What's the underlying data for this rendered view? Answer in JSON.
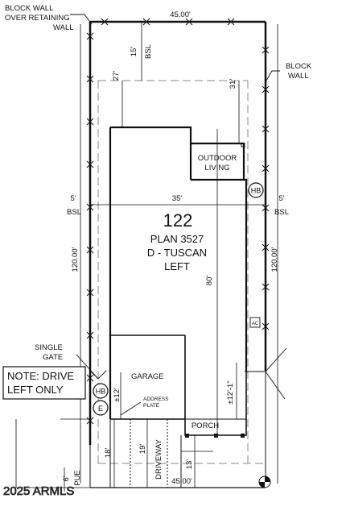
{
  "lot": {
    "number": "122",
    "plan": "PLAN 3527",
    "elevation": "D - TUSCAN",
    "orientation": "LEFT"
  },
  "labels": {
    "block_wall_over_retaining": [
      "BLOCK WALL",
      "OVER RETAINING",
      "WALL"
    ],
    "block_wall": [
      "BLOCK",
      "WALL"
    ],
    "outdoor_living": [
      "OUTDOOR",
      "LIVING"
    ],
    "single_gate": [
      "SINGLE",
      "GATE"
    ],
    "garage": "GARAGE",
    "porch": "PORCH",
    "address_plate": [
      "ADDRESS",
      "PLATE"
    ],
    "driveway": "DRIVEWAY",
    "pue": "PUE",
    "hose_bib": "HB",
    "electric_meter": "E",
    "ac": "AC",
    "bsl": "BSL"
  },
  "note": [
    "NOTE: DRIVE",
    "LEFT ONLY"
  ],
  "dimensions": {
    "top_width": "45.00'",
    "bottom_width": "45.00'",
    "rear_setback": "15'",
    "left_offset": "27'",
    "right_offset": "31'",
    "side_setback_left": "5'",
    "side_setback_right": "5'",
    "house_width": "35'",
    "house_depth": "80'",
    "lot_depth_left": "120.00'",
    "lot_depth_right": "120.00'",
    "garage_offset": "±12'",
    "porch_offset": "±12'-1\"",
    "front_18": "18'",
    "front_19": "19'",
    "front_13": "13'",
    "pue_width": "6'"
  },
  "watermark": "2025 ARMLS"
}
